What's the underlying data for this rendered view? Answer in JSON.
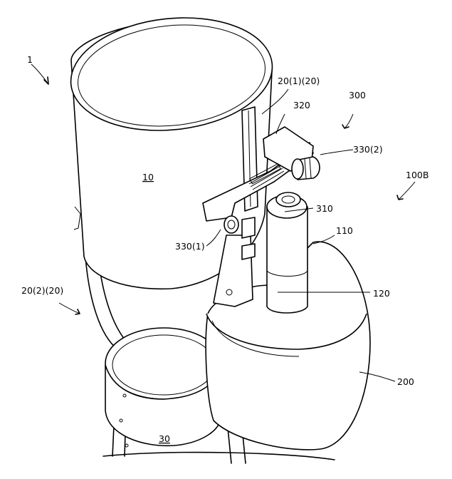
{
  "labels": {
    "ref_1": "1",
    "ref_10": "10",
    "ref_20_1": "20(1)(20)",
    "ref_20_2": "20(2)(20)",
    "ref_30": "30",
    "ref_100b": "100B",
    "ref_110": "110",
    "ref_120": "120",
    "ref_200": "200",
    "ref_300": "300",
    "ref_310": "310",
    "ref_320": "320",
    "ref_330_1": "330(1)",
    "ref_330_2": "330(2)"
  }
}
